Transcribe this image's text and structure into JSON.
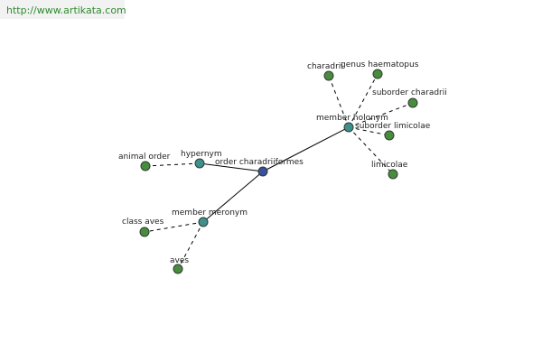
{
  "header": {
    "url": "http://www.artikata.com"
  },
  "colors": {
    "center": "#3b4f9e",
    "relation": "#3f8f8f",
    "leaf": "#4a8c3f"
  },
  "graph": {
    "nodes": [
      {
        "id": "center",
        "label": "order charadriiformes",
        "kind": "center"
      },
      {
        "id": "hypernym",
        "label": "hypernym",
        "kind": "relation"
      },
      {
        "id": "member_holonym",
        "label": "member holonym",
        "kind": "relation"
      },
      {
        "id": "member_meronym",
        "label": "member meronym",
        "kind": "relation"
      },
      {
        "id": "animal_order",
        "label": "animal order",
        "kind": "leaf"
      },
      {
        "id": "charadrii",
        "label": "charadrii",
        "kind": "leaf"
      },
      {
        "id": "genus_haematopus",
        "label": "genus haematopus",
        "kind": "leaf"
      },
      {
        "id": "suborder_charadrii",
        "label": "suborder charadrii",
        "kind": "leaf"
      },
      {
        "id": "suborder_limicolae",
        "label": "suborder limicolae",
        "kind": "leaf"
      },
      {
        "id": "limicolae",
        "label": "limicolae",
        "kind": "leaf"
      },
      {
        "id": "class_aves",
        "label": "class aves",
        "kind": "leaf"
      },
      {
        "id": "aves",
        "label": "aves",
        "kind": "leaf"
      }
    ],
    "edges": [
      {
        "from": "center",
        "to": "hypernym",
        "style": "solid"
      },
      {
        "from": "center",
        "to": "member_holonym",
        "style": "solid"
      },
      {
        "from": "center",
        "to": "member_meronym",
        "style": "solid"
      },
      {
        "from": "hypernym",
        "to": "animal_order",
        "style": "dashed"
      },
      {
        "from": "member_holonym",
        "to": "charadrii",
        "style": "dashed"
      },
      {
        "from": "member_holonym",
        "to": "genus_haematopus",
        "style": "dashed"
      },
      {
        "from": "member_holonym",
        "to": "suborder_charadrii",
        "style": "dashed"
      },
      {
        "from": "member_holonym",
        "to": "suborder_limicolae",
        "style": "dashed"
      },
      {
        "from": "member_holonym",
        "to": "limicolae",
        "style": "dashed"
      },
      {
        "from": "member_meronym",
        "to": "class_aves",
        "style": "dashed"
      },
      {
        "from": "member_meronym",
        "to": "aves",
        "style": "dashed"
      }
    ]
  }
}
